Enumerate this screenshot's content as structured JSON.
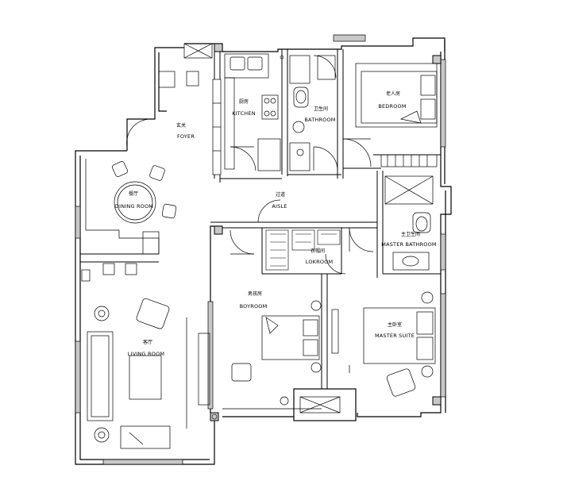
{
  "rooms": {
    "foyer": {
      "zh": "玄关",
      "en": "FOYER"
    },
    "kitchen": {
      "zh": "厨房",
      "en": "KITCHEN"
    },
    "bathroom": {
      "zh": "卫生间",
      "en": "BATHROOM"
    },
    "bedroom": {
      "zh": "老人房",
      "en": "BEDROOM"
    },
    "dining": {
      "zh": "餐厅",
      "en": "DINING ROOM"
    },
    "aisle": {
      "zh": "过道",
      "en": "AISLE"
    },
    "master_bathroom": {
      "zh": "主卫生间",
      "en": "MASTER BATHROOM"
    },
    "lokroom": {
      "zh": "衣帽间",
      "en": "LOKROOM"
    },
    "boyroom": {
      "zh": "男孩房",
      "en": "BOYROOM"
    },
    "master_suite": {
      "zh": "主卧室",
      "en": "MASTER SUITE"
    },
    "living": {
      "zh": "客厅",
      "en": "LIVING ROOM"
    }
  },
  "colors": {
    "wall": "#000000",
    "wall_fill": "#c8c8c8",
    "line": "#000000",
    "background": "#ffffff"
  }
}
